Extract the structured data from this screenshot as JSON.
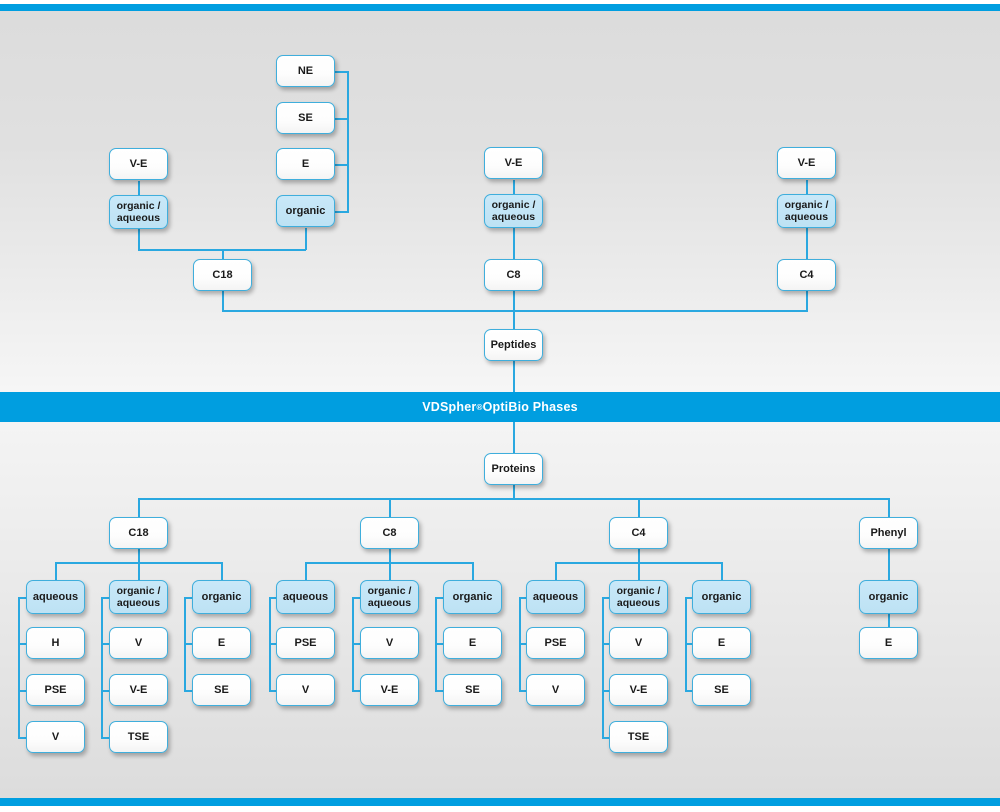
{
  "page": {
    "title": "VDSpher OptiBio Phases selection chart",
    "accent_color": "#009EE0",
    "node_border_color": "#3FAEDC",
    "node_fill_highlight": "#BDE2F4",
    "connector_color": "#2AA8E0",
    "banner_text_color": "#FFFFFF"
  },
  "banner": {
    "brand": "VDSpher",
    "registered_mark": "®",
    "product": " OptiBio Phases",
    "full_text": "VDSpher® OptiBio Phases"
  },
  "chart_data": {
    "type": "diagram",
    "title": "VDSpher® OptiBio Phases",
    "sections": [
      {
        "name": "peptides",
        "root": "Peptides",
        "branches": [
          {
            "phase": "C18",
            "modes": [
              {
                "mode": "organic / aqueous",
                "highlighted": true,
                "options": [
                  "V-E"
                ]
              },
              {
                "mode": "organic",
                "highlighted": true,
                "options": [
                  "NE",
                  "SE",
                  "E"
                ]
              }
            ]
          },
          {
            "phase": "C8",
            "modes": [
              {
                "mode": "organic / aqueous",
                "highlighted": true,
                "options": [
                  "V-E"
                ]
              }
            ]
          },
          {
            "phase": "C4",
            "modes": [
              {
                "mode": "organic / aqueous",
                "highlighted": true,
                "options": [
                  "V-E"
                ]
              }
            ]
          }
        ]
      },
      {
        "name": "proteins",
        "root": "Proteins",
        "branches": [
          {
            "phase": "C18",
            "modes": [
              {
                "mode": "aqueous",
                "highlighted": true,
                "options": [
                  "H",
                  "PSE",
                  "V"
                ]
              },
              {
                "mode": "organic / aqueous",
                "highlighted": true,
                "options": [
                  "V",
                  "V-E",
                  "TSE"
                ]
              },
              {
                "mode": "organic",
                "highlighted": true,
                "options": [
                  "E",
                  "SE"
                ]
              }
            ]
          },
          {
            "phase": "C8",
            "modes": [
              {
                "mode": "aqueous",
                "highlighted": true,
                "options": [
                  "PSE",
                  "V"
                ]
              },
              {
                "mode": "organic / aqueous",
                "highlighted": true,
                "options": [
                  "V",
                  "V-E"
                ]
              },
              {
                "mode": "organic",
                "highlighted": true,
                "options": [
                  "E",
                  "SE"
                ]
              }
            ]
          },
          {
            "phase": "C4",
            "modes": [
              {
                "mode": "aqueous",
                "highlighted": true,
                "options": [
                  "PSE",
                  "V"
                ]
              },
              {
                "mode": "organic / aqueous",
                "highlighted": true,
                "options": [
                  "V",
                  "V-E",
                  "TSE"
                ]
              },
              {
                "mode": "organic",
                "highlighted": true,
                "options": [
                  "E",
                  "SE"
                ]
              }
            ]
          },
          {
            "phase": "Phenyl",
            "modes": [
              {
                "mode": "organic",
                "highlighted": true,
                "options": [
                  "E"
                ]
              }
            ]
          }
        ]
      }
    ]
  },
  "nodes": {
    "top_ne": "NE",
    "top_se": "SE",
    "top_e": "E",
    "top_organic": "organic",
    "c18_ve": "V-E",
    "c18_orgaq": "organic /\naqueous",
    "c18": "C18",
    "c8_ve": "V-E",
    "c8_orgaq": "organic /\naqueous",
    "c8": "C8",
    "c4_ve": "V-E",
    "c4_orgaq": "organic /\naqueous",
    "c4": "C4",
    "peptides": "Peptides",
    "proteins": "Proteins",
    "p_c18": "C18",
    "p_c8": "C8",
    "p_c4": "C4",
    "p_phenyl": "Phenyl",
    "aqueous": "aqueous",
    "organic_aqueous": "organic /\naqueous",
    "organic": "organic",
    "c18_aq_1": "H",
    "c18_aq_2": "PSE",
    "c18_aq_3": "V",
    "c18_oa_1": "V",
    "c18_oa_2": "V-E",
    "c18_oa_3": "TSE",
    "c18_o_1": "E",
    "c18_o_2": "SE",
    "c8_aq_1": "PSE",
    "c8_aq_2": "V",
    "c8_oa_1": "V",
    "c8_oa_2": "V-E",
    "c8_o_1": "E",
    "c8_o_2": "SE",
    "c4_aq_1": "PSE",
    "c4_aq_2": "V",
    "c4_oa_1": "V",
    "c4_oa_2": "V-E",
    "c4_oa_3": "TSE",
    "c4_o_1": "E",
    "c4_o_2": "SE",
    "ph_o_1": "E"
  }
}
